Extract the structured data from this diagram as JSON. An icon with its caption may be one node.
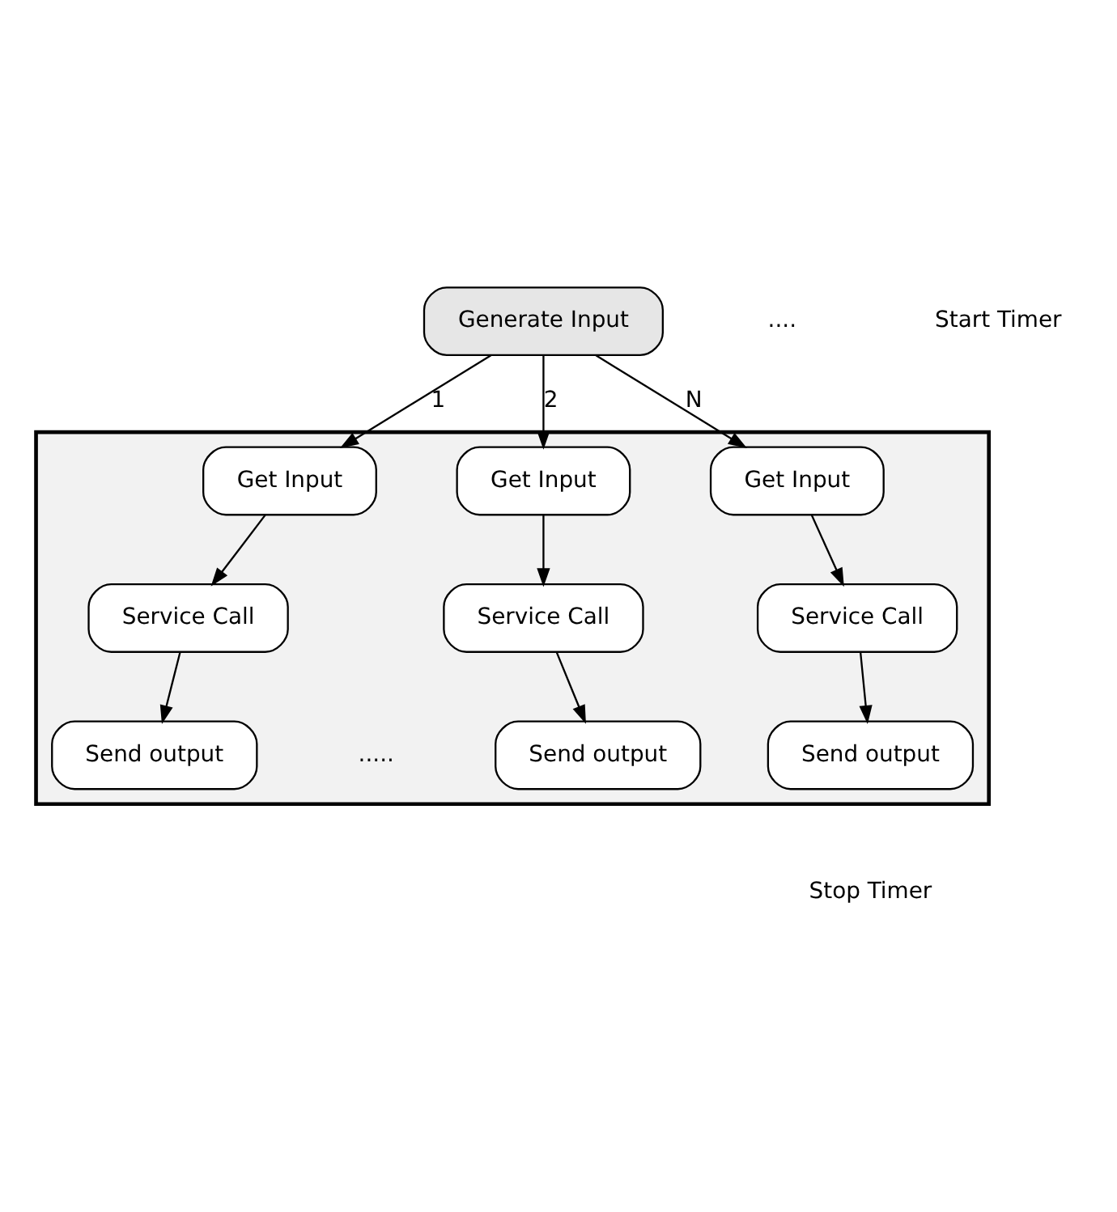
{
  "diagram": {
    "nodes": [
      {
        "text": [
          "Generate Input"
        ]
      },
      {
        "text": [],
        "shape": "box"
      },
      {
        "text": [
          "Get Input"
        ],
        "in": 1
      },
      {
        "text": [
          "Service Call"
        ],
        "in": 1
      },
      {
        "text": [
          "Send output"
        ],
        "in": 1
      },
      {
        "text": [
          "Get Input"
        ],
        "in": 1
      },
      {
        "text": [
          "Service Call"
        ],
        "in": 1
      },
      {
        "text": [
          "Send output"
        ],
        "in": 1
      },
      {
        "text": [
          "Get Input"
        ],
        "in": 1
      },
      {
        "text": [
          "Service Call"
        ],
        "in": 1
      },
      {
        "text": [
          "Send output"
        ],
        "in": 1
      }
    ],
    "edges": [
      {
        "from": 0,
        "to": 2,
        "arrow": "to",
        "label": "1"
      },
      {
        "from": 0,
        "to": 5,
        "arrow": "to",
        "label": "2"
      },
      {
        "from": 0,
        "to": 8,
        "arrow": "to",
        "label": "N"
      },
      {
        "from": 2,
        "to": 3,
        "arrow": "to"
      },
      {
        "from": 3,
        "to": 4,
        "arrow": "to"
      },
      {
        "from": 5,
        "to": 6,
        "arrow": "to"
      },
      {
        "from": 6,
        "to": 7,
        "arrow": "to"
      },
      {
        "from": 8,
        "to": 9,
        "arrow": "to"
      },
      {
        "from": 9,
        "to": 10,
        "arrow": "to"
      }
    ],
    "labels": [
      "....",
      "Start Timer",
      ".....",
      "Stop Timer"
    ]
  }
}
